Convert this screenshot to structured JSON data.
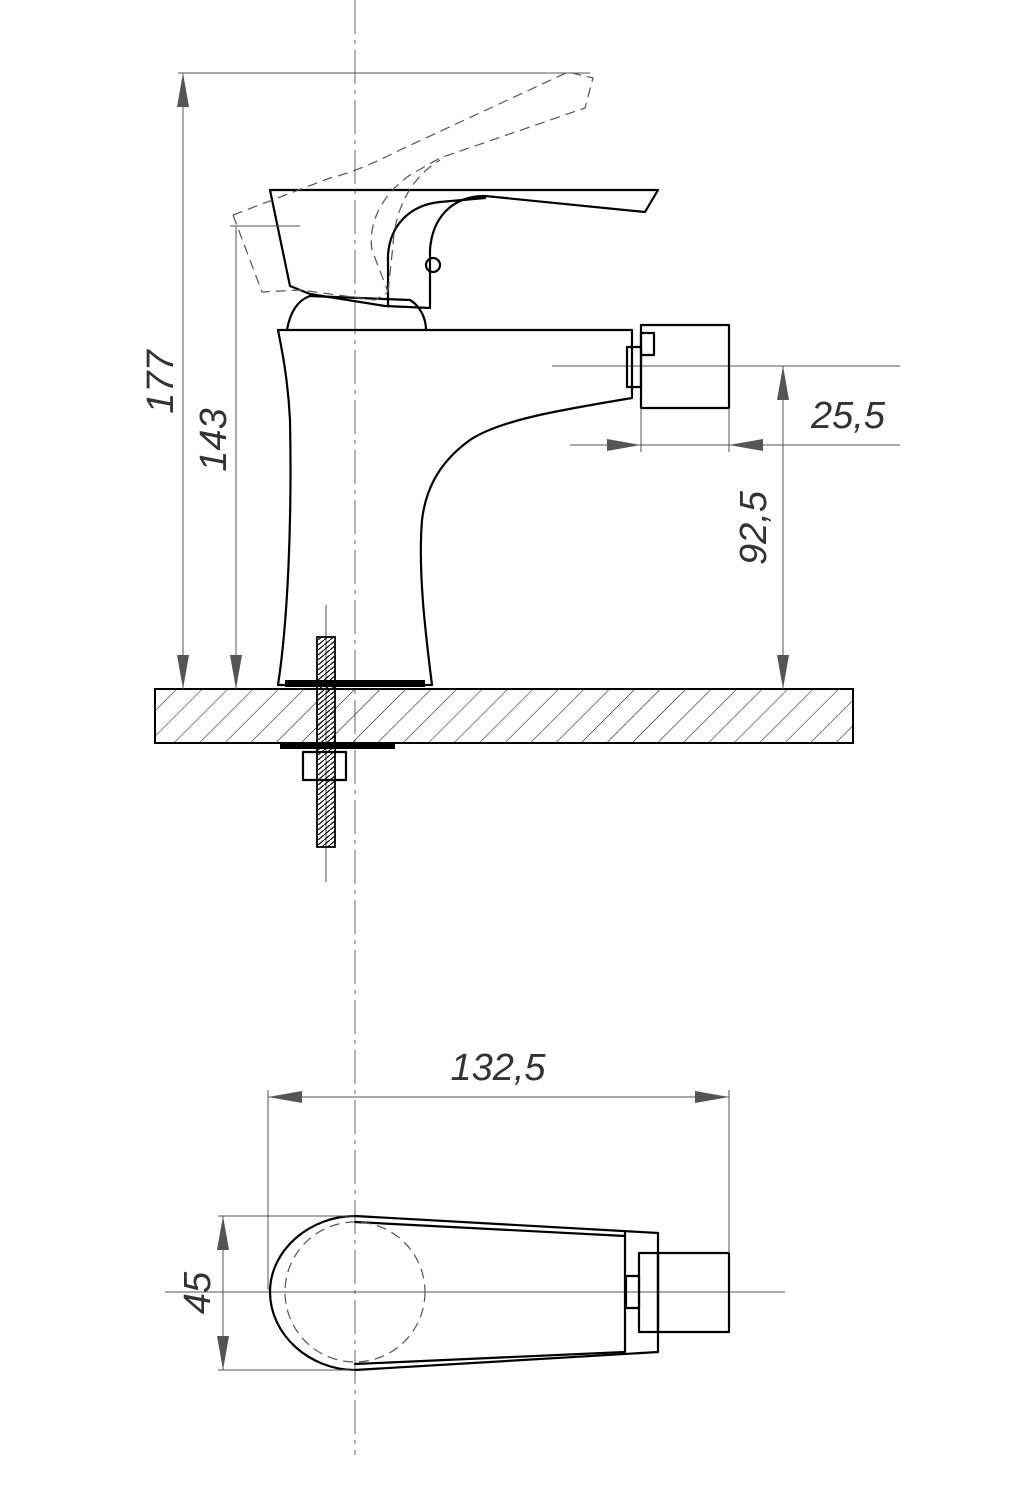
{
  "dimensions": {
    "total_height": "177",
    "body_height": "143",
    "nozzle_length": "25,5",
    "nozzle_height": "92,5",
    "overall_length": "132,5",
    "body_width": "45"
  }
}
